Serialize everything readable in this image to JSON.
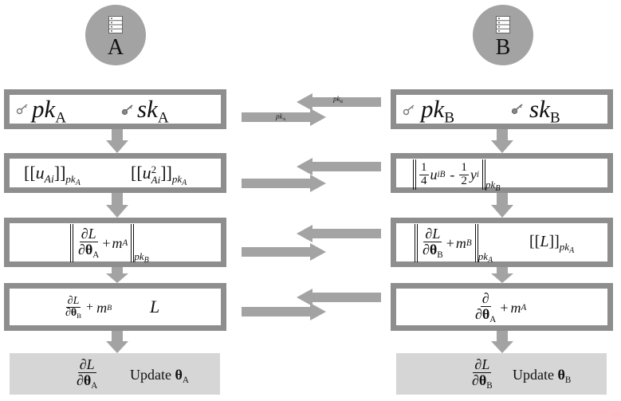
{
  "parties": {
    "a": "A",
    "b": "B"
  },
  "glyphs": {
    "brackL": "[[",
    "brackR": "]]",
    "plus": "+",
    "minus": "-",
    "partial": "∂",
    "theta": "θ"
  },
  "a_row1": {
    "pk": "pk",
    "pk_sub": "A",
    "sk": "sk",
    "sk_sub": "A"
  },
  "b_row1": {
    "pk": "pk",
    "pk_sub": "B",
    "sk": "sk",
    "sk_sub": "B"
  },
  "arrows": {
    "pkB": "pk",
    "pkB_sub": "B",
    "pkA": "pk",
    "pkA_sub": "A"
  },
  "a_row2": {
    "u": "u",
    "u_sub": "Ai",
    "pk_sub": "pk",
    "pk_sub_sub": "A",
    "u2": "u",
    "u2_sup": "2",
    "u2_sub": "Ai"
  },
  "b_row2": {
    "n1": "1",
    "d1": "4",
    "u": "u",
    "u_sub": "iB",
    "n2": "1",
    "d2": "2",
    "y": "y",
    "y_sub": "i",
    "pk": "pk",
    "pk_sub": "B"
  },
  "a_row3": {
    "num": "∂L",
    "den": "∂θ",
    "den_sub": "A",
    "m": "m",
    "m_sub": "A",
    "pk": "pk",
    "pk_sub": "B"
  },
  "b_row3": {
    "num": "∂L",
    "den": "∂θ",
    "den_sub": "B",
    "m": "m",
    "m_sub": "B",
    "pk": "pk",
    "pk_sub": "A",
    "L": "L"
  },
  "a_row4": {
    "num": "∂L",
    "den": "∂θ",
    "den_sub": "B",
    "m": "m",
    "m_sub": "B",
    "L": "L"
  },
  "b_row4": {
    "num": "∂",
    "den": "∂θ",
    "den_sub": "A",
    "m": "m",
    "m_sub": "A"
  },
  "a_final": {
    "num": "∂L",
    "den": "∂θ",
    "den_sub": "A",
    "update": "Update",
    "theta": "θ",
    "theta_sub": "A"
  },
  "b_final": {
    "num": "∂L",
    "den": "∂θ",
    "den_sub": "B",
    "update": "Update",
    "theta": "θ",
    "theta_sub": "B"
  },
  "colors": {
    "arrow": "#a3a3a3",
    "box_border": "#8e8e8e",
    "final_fill": "#d6d6d6",
    "party_fill": "#a3a3a3"
  },
  "icons": [
    "server-icon",
    "key-icon",
    "arrow-down-icon",
    "arrow-left-icon",
    "arrow-right-icon"
  ]
}
